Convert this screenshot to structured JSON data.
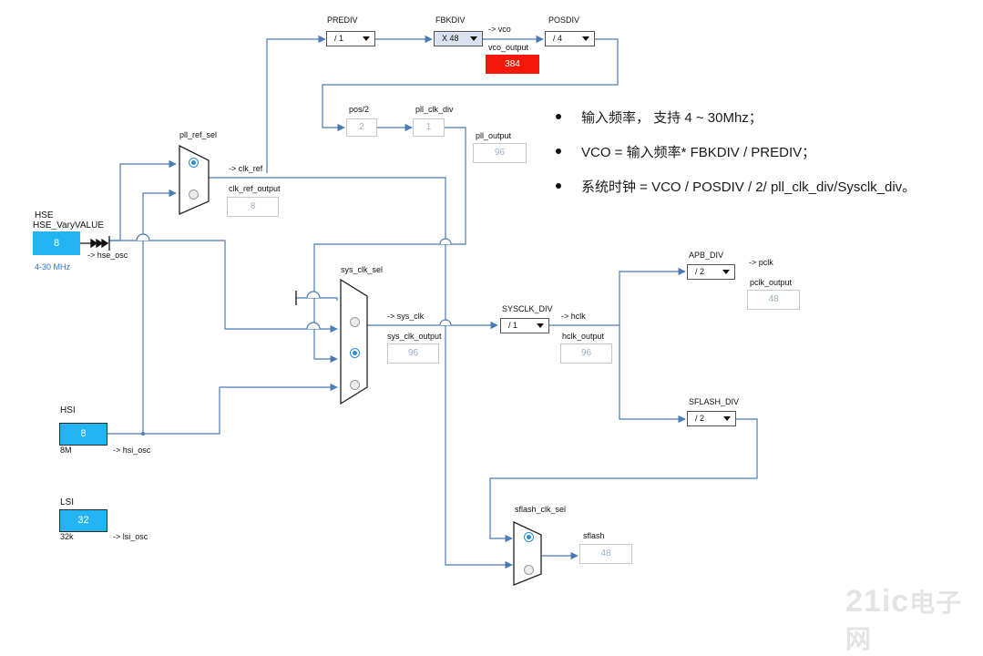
{
  "blocks": {
    "prediv": {
      "label": "PREDIV",
      "value": "/ 1"
    },
    "fbkdiv": {
      "label": "FBKDIV",
      "value": "X 48",
      "out": "-> vco"
    },
    "vco_output": {
      "label": "vco_output",
      "value": "384",
      "color": "#f2180c"
    },
    "posdiv": {
      "label": "POSDIV",
      "value": "/ 4"
    },
    "pos2": {
      "label": "pos/2",
      "value": "2"
    },
    "pll_clk_div": {
      "label": "pll_clk_div",
      "value": "1"
    },
    "pll_output": {
      "label": "pll_output",
      "value": "96"
    },
    "pll_ref_sel": {
      "label": "pll_ref_sel",
      "out": "-> clk_ref"
    },
    "clk_ref_output": {
      "label": "clk_ref_output",
      "value": "8"
    },
    "hse": {
      "label1": "HSE",
      "label2": "HSE_VaryVALUE",
      "value": "8",
      "range": "4-30 MHz",
      "out": "-> hse_osc"
    },
    "sys_clk_sel": {
      "label": "sys_clk_sel",
      "out": "-> sys_clk"
    },
    "sys_clk_output": {
      "label": "sys_clk_output",
      "value": "96"
    },
    "sysclk_div": {
      "label": "SYSCLK_DIV",
      "value": "/ 1",
      "out": "-> hclk"
    },
    "hclk_output": {
      "label": "hclk_output",
      "value": "96"
    },
    "apb_div": {
      "label": "APB_DIV",
      "value": "/ 2",
      "out": "-> pclk"
    },
    "pclk_output": {
      "label": "pclk_output",
      "value": "48"
    },
    "sflash_div": {
      "label": "SFLASH_DIV",
      "value": "/ 2"
    },
    "hsi": {
      "label": "HSI",
      "value": "8",
      "freq": "8M",
      "out": "-> hsi_osc"
    },
    "lsi": {
      "label": "LSI",
      "value": "32",
      "freq": "32k",
      "out": "-> lsi_osc"
    },
    "sflash_clk_sel": {
      "label": "sflash_clk_sel"
    },
    "sflash": {
      "label": "sflash",
      "value": "48"
    }
  },
  "notes": [
    "输入频率， 支持 4 ~ 30Mhz；",
    "VCO = 输入频率* FBKDIV / PREDIV；",
    "系统时钟  = VCO / POSDIV / 2/ pll_clk_div/Sysclk_div。"
  ],
  "watermark": {
    "main": "21ic",
    "sub": "电子网"
  },
  "colors": {
    "wire": "#4a7bb7",
    "source": "#24b4f4",
    "accent": "#f2180c",
    "radio": "#2a8fd6"
  }
}
